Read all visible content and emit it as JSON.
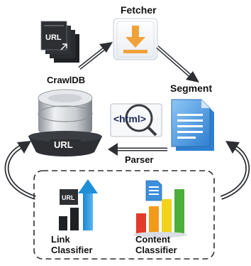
{
  "nodes": {
    "fetcher": {
      "label": "Fetcher"
    },
    "crawldb": {
      "label": "CrawlDB",
      "badge": "URL"
    },
    "segment": {
      "label": "Segment"
    },
    "parser": {
      "label": "Parser",
      "badge": "<html>"
    },
    "url_stack": {
      "badge": "URL"
    },
    "link_classifier": {
      "line1": "Link",
      "line2": "Classifier",
      "badge": "URL"
    },
    "content_classifier": {
      "line1": "Content",
      "line2": "Classifier"
    }
  },
  "colors": {
    "fetcher_orange": "#f0a23a",
    "db_silver": "#c9ccd0",
    "db_dark": "#2d2f33",
    "doc_blue": "#3c8fdd",
    "arrow_blue": "#1e90d8",
    "bar_red": "#e23b2a",
    "bar_orange": "#f29a1a",
    "bar_yellow": "#f2d21a",
    "bar_green": "#4caf3a"
  }
}
